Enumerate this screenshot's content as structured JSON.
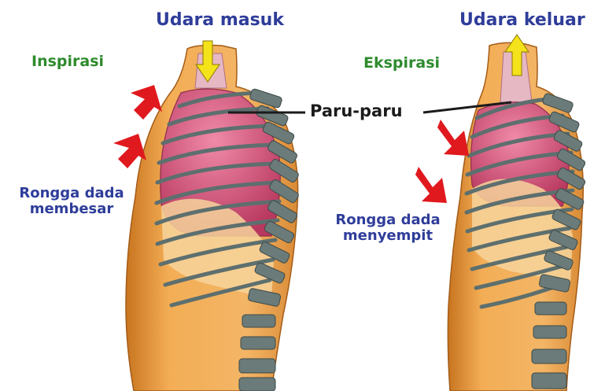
{
  "left": {
    "air_label": "Udara masuk",
    "phase": "Inspirasi",
    "cavity_line1": "Rongga dada",
    "cavity_line2": "membesar"
  },
  "right": {
    "air_label": "Udara keluar",
    "phase": "Ekspirasi",
    "cavity_line1": "Rongga dada",
    "cavity_line2": "menyempit"
  },
  "center_label": "Paru-paru",
  "colors": {
    "body": "#f0a64a",
    "lung": "#d95f86",
    "rib": "#5d6f6e",
    "arrow_red": "#e0191e",
    "air_arrow": "#f4e21a"
  }
}
